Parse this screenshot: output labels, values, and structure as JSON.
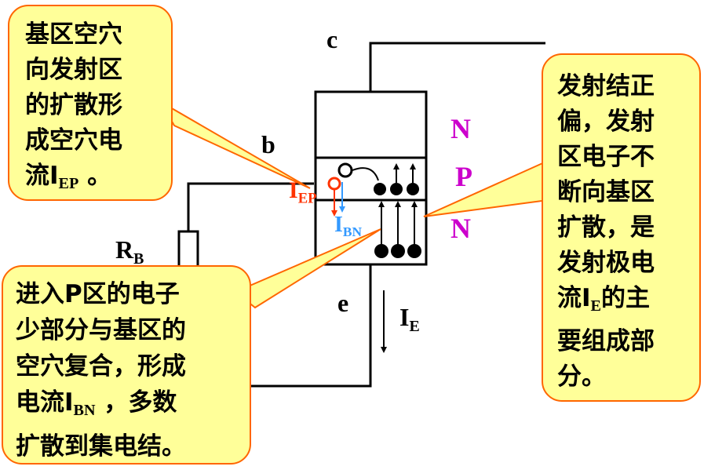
{
  "terminals": {
    "collector": "c",
    "base": "b",
    "emitter": "e",
    "resistor": "R",
    "resistor_sub": "B"
  },
  "regions": {
    "top": "N",
    "middle": "P",
    "bottom": "N"
  },
  "currents": {
    "iep": {
      "main": "I",
      "sub": "EP"
    },
    "ibn": {
      "main": "I",
      "sub": "BN"
    },
    "ie": {
      "main": "I",
      "sub": "E"
    }
  },
  "callouts": {
    "top_left": {
      "lines": [
        "基区空穴",
        "向发射区",
        "的扩散形",
        "成空穴电"
      ],
      "last_pre": "流I",
      "last_sub": "EP",
      "last_post": " 。"
    },
    "bottom_left": {
      "line1": "进入P区的电子",
      "line2": "少部分与基区的",
      "line3": "空穴复合，形成",
      "line4_pre": "电流I",
      "line4_sub": "BN",
      "line4_post": " ，多数",
      "line5": "扩散到集电结。"
    },
    "right": {
      "line1": "发射结正",
      "line2": "偏，发射",
      "line3": "区电子不",
      "line4": "断向基区",
      "line5": "扩散，是",
      "line6": "发射极电",
      "line7_pre": "流I",
      "line7_sub": "E",
      "line7_post": "的主",
      "line8": "要组成部",
      "line9": "分。"
    }
  },
  "colors": {
    "callout_fill": "#ffff99",
    "callout_border": "#ff6600",
    "region_label": "#cc00cc",
    "iep": "#ff3300",
    "ibn": "#3399ff",
    "wire": "#000000"
  }
}
